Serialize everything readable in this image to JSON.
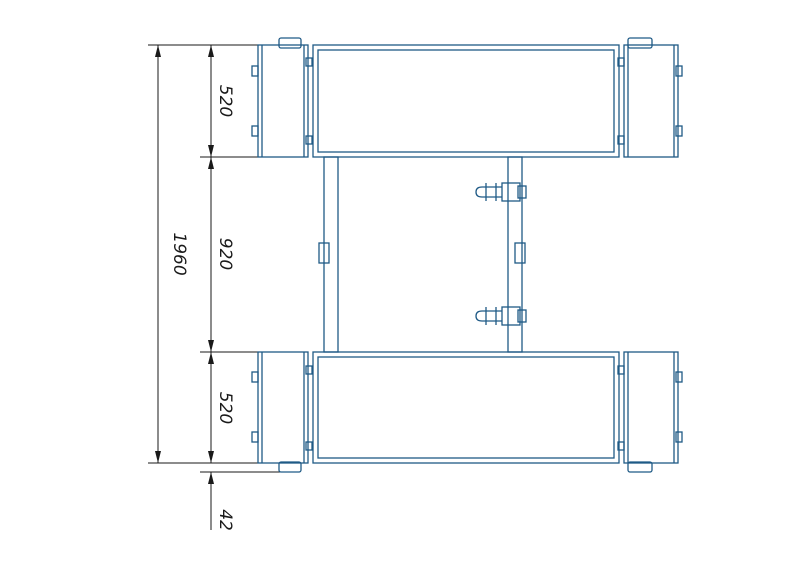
{
  "colors": {
    "outline": "#1f5a86",
    "dimension": "#1a1a1a",
    "background": "#ffffff"
  },
  "dimensions": {
    "total": "1960",
    "top_section": "520",
    "middle_section": "920",
    "bottom_section": "520",
    "overhang": "42"
  }
}
